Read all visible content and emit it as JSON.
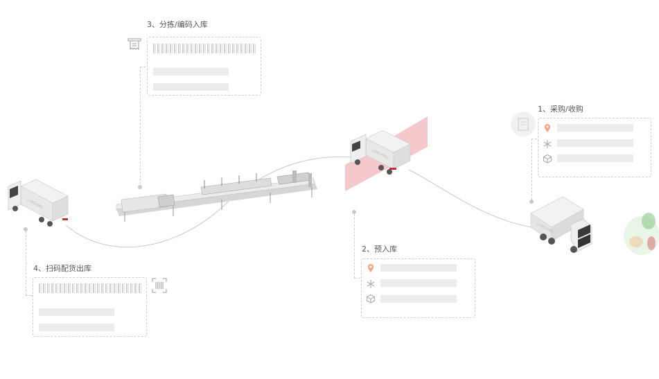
{
  "steps": [
    {
      "id": "purchase",
      "title": "1、采购/收购",
      "icons": [
        "location-pin-icon",
        "snowflake-icon",
        "package-box-icon"
      ]
    },
    {
      "id": "pre_stock",
      "title": "2、预入库",
      "icons": [
        "location-pin-icon",
        "snowflake-icon",
        "package-box-icon"
      ]
    },
    {
      "id": "sorting",
      "title": "3、分拣/编码入库",
      "icons": [
        "receipt-icon"
      ]
    },
    {
      "id": "dispatch",
      "title": "4、扫码配货出库",
      "icons": [
        "barcode-scan-icon"
      ]
    }
  ],
  "trucks": [
    {
      "id": "truck-right",
      "label": "LUNCHING"
    },
    {
      "id": "truck-middle",
      "label": "LUNCHING"
    },
    {
      "id": "truck-left",
      "label": "LUNCHING"
    }
  ],
  "colors": {
    "accent_orange": "#f5a57d",
    "accent_red": "#f2b6bb",
    "dash": "#cfcfcf",
    "bar": "#ececec"
  }
}
